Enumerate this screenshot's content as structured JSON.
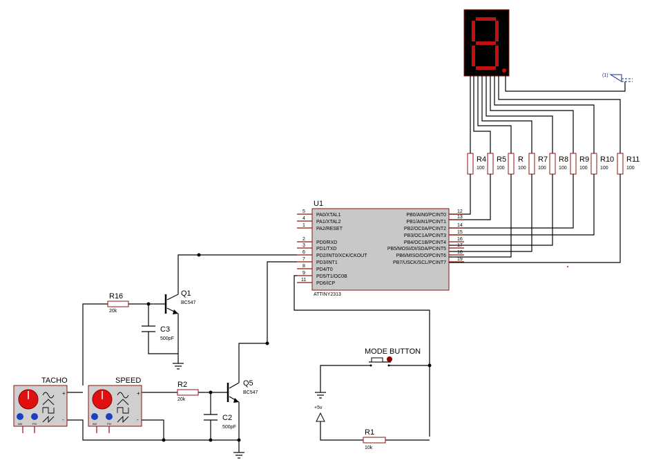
{
  "display": {
    "digit": "8"
  },
  "u1": {
    "ref": "U1",
    "part": "ATTINY2313",
    "left_pins": [
      {
        "num": "5",
        "name": "PA0/XTAL1"
      },
      {
        "num": "4",
        "name": "PA1/XTAL2"
      },
      {
        "num": "1",
        "name": "PA2/RESET"
      },
      {
        "num": "2",
        "name": "PD0/RXD"
      },
      {
        "num": "3",
        "name": "PD1/TXD"
      },
      {
        "num": "6",
        "name": "PD2/INT0/XCK/CKOUT"
      },
      {
        "num": "7",
        "name": "PD3/INT1"
      },
      {
        "num": "8",
        "name": "PD4/T0"
      },
      {
        "num": "9",
        "name": "PD5/T1/OC0B"
      },
      {
        "num": "11",
        "name": "PD6/ICP"
      }
    ],
    "right_pins": [
      {
        "num": "12",
        "name": "PB0/AIN0/PCINT0"
      },
      {
        "num": "13",
        "name": "PB1/AIN1/PCINT1"
      },
      {
        "num": "14",
        "name": "PB2/OC0A/PCINT2"
      },
      {
        "num": "15",
        "name": "PB3/OC1A/PCINT3"
      },
      {
        "num": "16",
        "name": "PB4/OC1B/PCINT4"
      },
      {
        "num": "17",
        "name": "PB5/MOSI/DI/SDA/PCINT5"
      },
      {
        "num": "18",
        "name": "PB6/MISO/DO/PCINT6"
      },
      {
        "num": "19",
        "name": "PB7/USCK/SCL/PCINT7"
      }
    ]
  },
  "seg_resistors": [
    {
      "ref": "R4",
      "value": "100"
    },
    {
      "ref": "R5",
      "value": "100"
    },
    {
      "ref": "R",
      "value": "100"
    },
    {
      "ref": "R7",
      "value": "100"
    },
    {
      "ref": "R8",
      "value": "100"
    },
    {
      "ref": "R9",
      "value": "100"
    },
    {
      "ref": "R10",
      "value": "100"
    },
    {
      "ref": "R11",
      "value": "100"
    }
  ],
  "components": {
    "r16": {
      "ref": "R16",
      "value": "20k"
    },
    "r2": {
      "ref": "R2",
      "value": "20k"
    },
    "r1": {
      "ref": "R1",
      "value": "10k"
    },
    "c3": {
      "ref": "C3",
      "value": "500pF"
    },
    "c2": {
      "ref": "C2",
      "value": "500pF"
    },
    "q1": {
      "ref": "Q1",
      "part": "BC547"
    },
    "q5": {
      "ref": "Q5",
      "part": "BC547"
    }
  },
  "generators": {
    "tacho": {
      "label": "TACHO",
      "knob_a": "AM",
      "knob_b": "FM"
    },
    "speed": {
      "label": "SPEED",
      "knob_a": "AM",
      "knob_b": "FM"
    }
  },
  "button": {
    "label": "MODE BUTTON"
  },
  "supply": {
    "label": "+5v"
  },
  "probe": {
    "label": "(1)"
  },
  "colors": {
    "wire": "#000000",
    "device_outline": "#8a1010",
    "chip_fill": "#c8c8c8",
    "segment_on": "#c41010",
    "generator_fill": "#cfcfcf",
    "knob": "#e01010",
    "knob_small": "#1a40c0"
  }
}
